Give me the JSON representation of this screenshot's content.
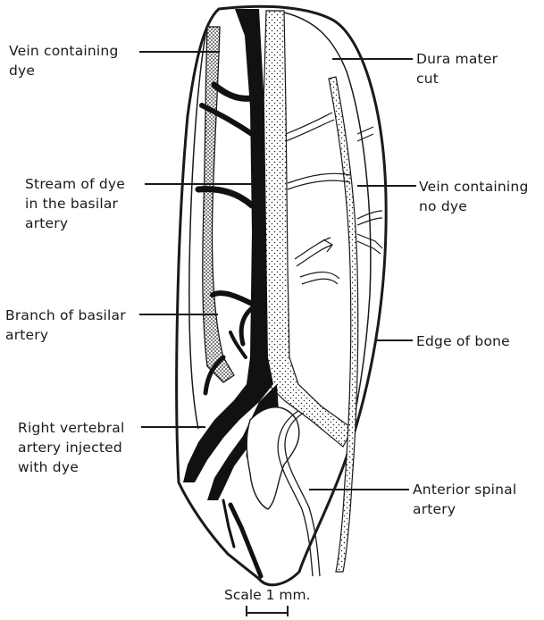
{
  "labels": {
    "vein_dye": "Vein containing\ndye",
    "dura_mater": "Dura mater\ncut",
    "stream_dye": "Stream of dye\nin the basilar\nartery",
    "vein_no_dye": "Vein containing\nno dye",
    "branch_basilar": "Branch of basilar\nartery",
    "edge_bone": "Edge of bone",
    "right_vertebral": "Right vertebral\nartery injected\nwith dye",
    "anterior_spinal": "Anterior spinal\nartery"
  },
  "scale": {
    "text": "Scale 1 mm."
  },
  "colors": {
    "ink": "#1a1a1a",
    "paper": "#ffffff"
  }
}
